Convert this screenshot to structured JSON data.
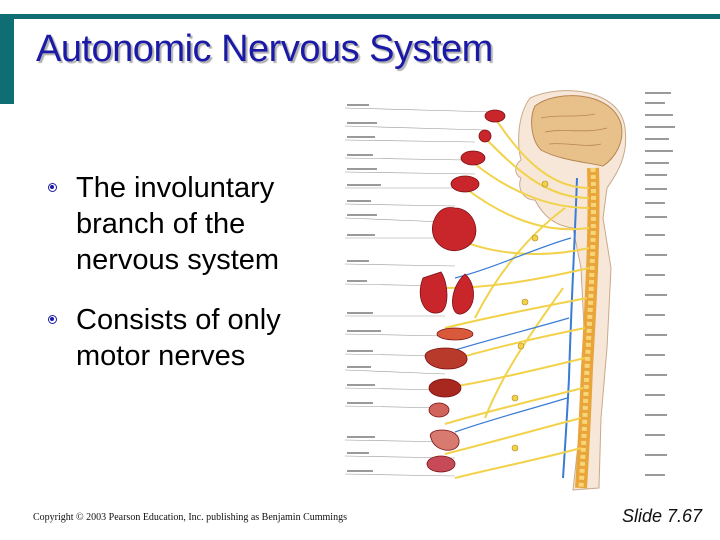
{
  "slide": {
    "title": "Autonomic Nervous System",
    "bullets": [
      {
        "text": "The involuntary branch of the nervous system"
      },
      {
        "text": "Consists of only motor nerves"
      }
    ],
    "footer": {
      "copyright": "Copyright © 2003 Pearson Education, Inc. publishing as Benjamin Cummings",
      "slide_number": "Slide 7.67"
    },
    "figure": {
      "icon": "autonomic-nervous-system-illustration"
    },
    "colors": {
      "accent": "#0f6e73",
      "title": "#1a1aa6",
      "nerve": "#f2d24b",
      "organ": "#c8262b",
      "vessel": "#3a7bd5"
    }
  }
}
